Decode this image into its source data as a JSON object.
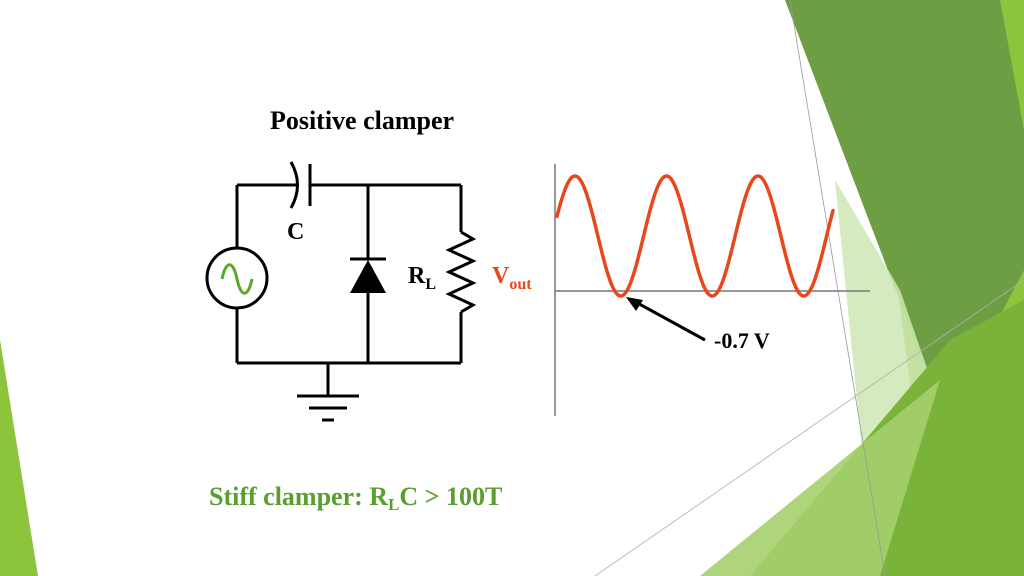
{
  "slide": {
    "title": "Positive clamper",
    "footer": {
      "prefix": "Stiff clamper:  R",
      "subscript": "L",
      "suffix": "C > 100T"
    }
  },
  "circuit": {
    "capacitor_label": "C",
    "resistor_label_main": "R",
    "resistor_label_sub": "L",
    "output_label_main": "V",
    "output_label_sub": "out"
  },
  "waveform": {
    "annotation": "-0.7 V"
  },
  "colors": {
    "title": "#e8471e",
    "footer": "#5a9e2f",
    "waveform": "#e8471e",
    "source_symbol": "#5aa82a",
    "green_dark": "#6a9a3c",
    "green_light": "#8cc43c"
  }
}
